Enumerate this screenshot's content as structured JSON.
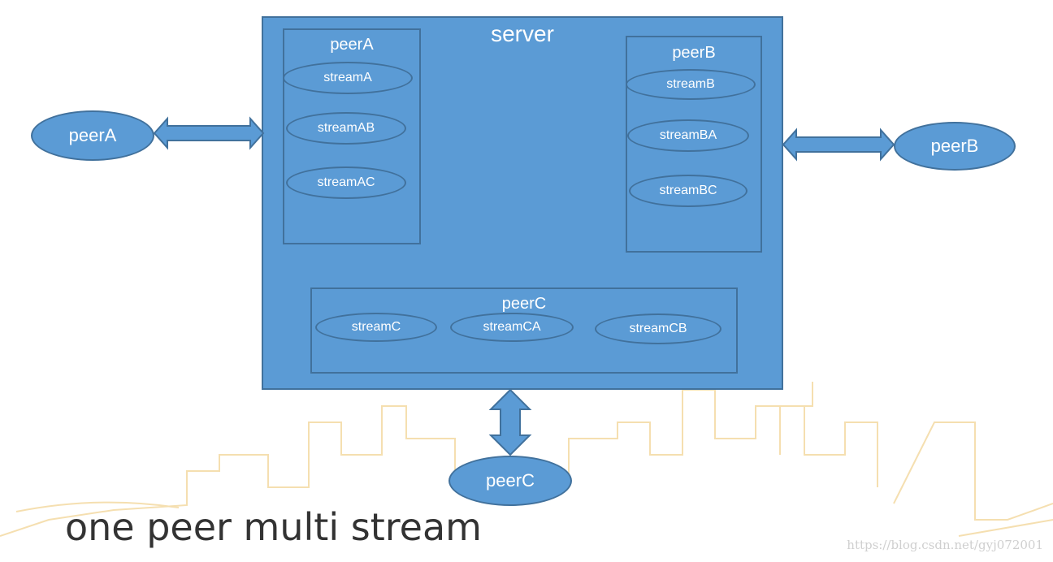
{
  "server": {
    "label": "server"
  },
  "peer_a": {
    "label": "peerA",
    "streams": [
      "streamA",
      "streamAB",
      "streamAC"
    ]
  },
  "peer_b": {
    "label": "peerB",
    "streams": [
      "streamB",
      "streamBA",
      "streamBC"
    ]
  },
  "peer_c": {
    "label": "peerC",
    "streams": [
      "streamC",
      "streamCA",
      "streamCB"
    ]
  },
  "external_peers": [
    "peerA",
    "peerB",
    "peerC"
  ],
  "caption": "one peer multi stream",
  "watermark": "https://blog.csdn.net/gyj072001",
  "colors": {
    "fill": "#5b9bd5",
    "stroke": "#41719c",
    "skyline": "#f5dfb0"
  }
}
